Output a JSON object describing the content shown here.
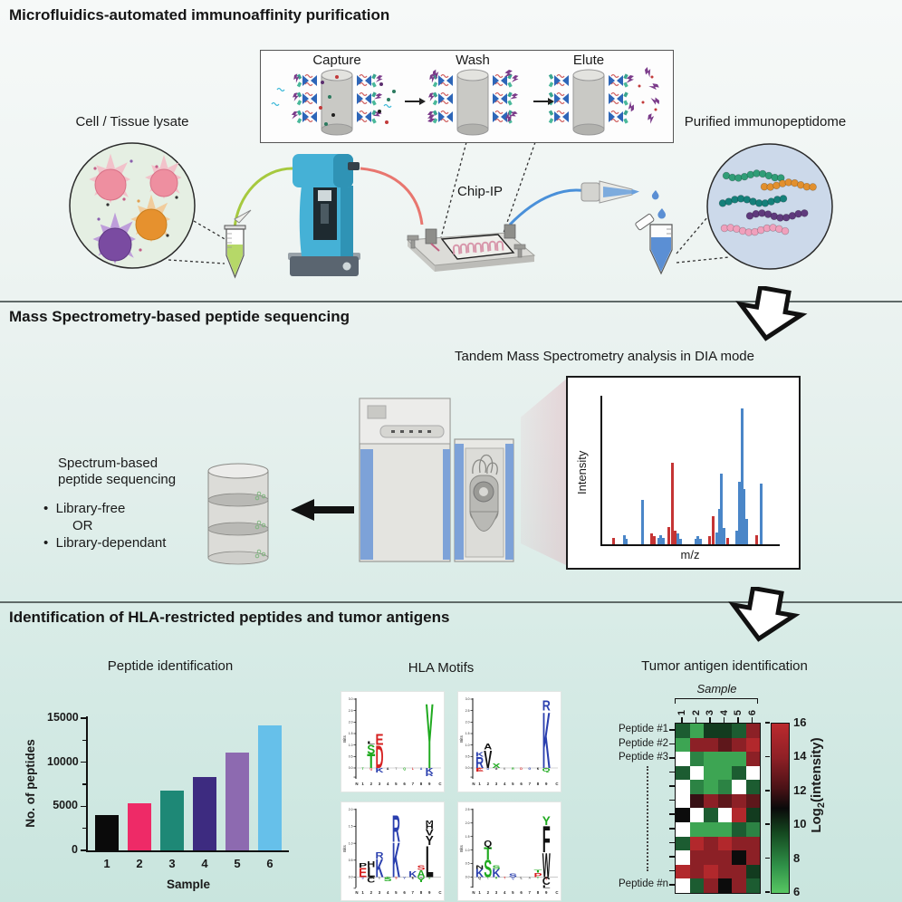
{
  "figure": {
    "s1": {
      "title": "Microfluidics-automated immunoaffinity purification",
      "steps": [
        "Capture",
        "Wash",
        "Elute"
      ],
      "lysate_label": "Cell / Tissue lysate",
      "chip_label": "Chip-IP",
      "purified_label": "Purified immunopeptidome"
    },
    "s2": {
      "title": "Mass Spectrometry-based peptide sequencing",
      "dia_title": "Tandem Mass Spectrometry analysis in DIA mode",
      "seq_line1": "Spectrum-based",
      "seq_line2": "peptide sequencing",
      "bullet_char": "•",
      "bullet1": "Library-free",
      "or_label": "OR",
      "bullet2": "Library-dependant"
    },
    "s3": {
      "title": "Identification of HLA-restricted peptides and tumor antigens",
      "bar_title": "Peptide identification",
      "hla_title": "HLA Motifs",
      "tumor_title": "Tumor antigen identification"
    }
  },
  "illustration": {
    "peptide_chain_colors": [
      "#2f9d77",
      "#e2902e",
      "#15807a",
      "#5f3a7d",
      "#f0a0bc"
    ],
    "cell_colors": {
      "pink": "#ee8fa0",
      "orange": "#e6912e",
      "purple": "#7a4ba1"
    }
  },
  "chart_data": [
    {
      "id": "ms_spectrum",
      "type": "bar",
      "title": "Tandem Mass Spectrometry analysis in DIA mode",
      "xlabel": "m/z",
      "ylabel": "Intensity",
      "colors": {
        "red": "#c53434",
        "blue": "#4a86c8"
      },
      "bars": [
        [
          0.05,
          0.05,
          "red"
        ],
        [
          0.11,
          0.07,
          "blue"
        ],
        [
          0.125,
          0.04,
          "blue"
        ],
        [
          0.22,
          0.33,
          "blue"
        ],
        [
          0.275,
          0.08,
          "red"
        ],
        [
          0.29,
          0.06,
          "red"
        ],
        [
          0.315,
          0.05,
          "blue"
        ],
        [
          0.33,
          0.07,
          "blue"
        ],
        [
          0.345,
          0.05,
          "blue"
        ],
        [
          0.375,
          0.13,
          "red"
        ],
        [
          0.395,
          0.6,
          "red"
        ],
        [
          0.415,
          0.1,
          "red"
        ],
        [
          0.43,
          0.08,
          "blue"
        ],
        [
          0.445,
          0.04,
          "blue"
        ],
        [
          0.535,
          0.04,
          "blue"
        ],
        [
          0.55,
          0.06,
          "blue"
        ],
        [
          0.565,
          0.04,
          "blue"
        ],
        [
          0.62,
          0.06,
          "red"
        ],
        [
          0.64,
          0.21,
          "red"
        ],
        [
          0.66,
          0.09,
          "blue"
        ],
        [
          0.675,
          0.26,
          "blue"
        ],
        [
          0.69,
          0.52,
          "blue"
        ],
        [
          0.705,
          0.12,
          "blue"
        ],
        [
          0.725,
          0.05,
          "red"
        ],
        [
          0.78,
          0.1,
          "blue"
        ],
        [
          0.795,
          0.46,
          "blue"
        ],
        [
          0.81,
          1.0,
          "blue"
        ],
        [
          0.825,
          0.41,
          "blue"
        ],
        [
          0.84,
          0.19,
          "blue"
        ],
        [
          0.895,
          0.07,
          "red"
        ],
        [
          0.925,
          0.45,
          "blue"
        ]
      ]
    },
    {
      "id": "peptide_identification",
      "type": "bar",
      "title": "Peptide identification",
      "xlabel": "Sample",
      "ylabel": "No. of peptides",
      "categories": [
        "1",
        "2",
        "3",
        "4",
        "5",
        "6"
      ],
      "values": [
        4000,
        5300,
        6800,
        8300,
        11100,
        14200
      ],
      "bar_colors": [
        "#0a0a0a",
        "#ee2a67",
        "#1e8876",
        "#3d2b80",
        "#8d6ab0",
        "#66c0ea"
      ],
      "ylim": [
        0,
        15000
      ],
      "yticks": [
        0,
        5000,
        10000,
        15000
      ],
      "yticks_minor": [
        2500,
        7500,
        12500
      ]
    },
    {
      "id": "hla_motifs",
      "type": "logo-grid",
      "title": "HLA Motifs",
      "ylabel": "Bits",
      "xticks": [
        "N",
        "1",
        "2",
        "3",
        "4",
        "5",
        "6",
        "7",
        "8",
        "9",
        "C"
      ],
      "letter_colors": {
        "green": "#1faa1f",
        "red": "#d62020",
        "blue": "#2a3fae",
        "black": "#111111"
      },
      "logos": [
        {
          "ylim": 3.0,
          "stacks": {
            "2": [
              [
                "T",
                "green",
                0.62
              ],
              [
                "S",
                "green",
                0.42
              ],
              [
                "L",
                "black",
                0.13
              ]
            ],
            "3": [
              [
                "D",
                "red",
                1.0
              ],
              [
                "E",
                "red",
                0.5
              ]
            ],
            "9": [
              [
                "Y",
                "green",
                2.9
              ]
            ]
          },
          "below": {
            "3": [
              [
                "K",
                "blue",
                0.25
              ]
            ],
            "9": [
              [
                "K",
                "blue",
                0.3
              ],
              [
                "R",
                "blue",
                0.15
              ]
            ]
          }
        },
        {
          "ylim": 3.0,
          "stacks": {
            "1": [
              [
                "R",
                "blue",
                0.5
              ],
              [
                "K",
                "blue",
                0.2
              ]
            ],
            "2": [
              [
                "V",
                "black",
                0.8
              ],
              [
                "A",
                "black",
                0.25
              ]
            ],
            "3": [
              [
                "X",
                "green",
                0.2
              ]
            ],
            "9": [
              [
                "K",
                "blue",
                2.5
              ],
              [
                "R",
                "blue",
                0.45
              ]
            ]
          },
          "below": {
            "1": [
              [
                "E",
                "red",
                0.2
              ]
            ],
            "9": [
              [
                "Q",
                "green",
                0.2
              ]
            ]
          }
        },
        {
          "ylim": 2.0,
          "stacks": {
            "1": [
              [
                "E",
                "red",
                0.28
              ],
              [
                "P",
                "black",
                0.14
              ]
            ],
            "2": [
              [
                "L",
                "black",
                0.3
              ],
              [
                "H",
                "black",
                0.18
              ]
            ],
            "3": [
              [
                "K",
                "blue",
                0.55
              ],
              [
                "R",
                "blue",
                0.2
              ]
            ],
            "5": [
              [
                "K",
                "blue",
                1.05
              ],
              [
                "R",
                "blue",
                0.8
              ]
            ],
            "7": [
              [
                "K",
                "blue",
                0.18
              ]
            ],
            "8": [
              [
                "A",
                "green",
                0.22
              ],
              [
                "S",
                "red",
                0.14
              ]
            ],
            "9": [
              [
                "L",
                "black",
                0.95
              ],
              [
                "Y",
                "black",
                0.28
              ],
              [
                "V",
                "black",
                0.2
              ],
              [
                "H",
                "black",
                0.14
              ],
              [
                "M",
                "black",
                0.1
              ]
            ]
          },
          "below": {
            "2": [
              [
                "C",
                "black",
                0.2
              ]
            ],
            "4": [
              [
                "S",
                "green",
                0.15
              ]
            ],
            "8": [
              [
                "Y",
                "green",
                0.18
              ]
            ]
          }
        },
        {
          "ylim": 2.5,
          "stacks": {
            "1": [
              [
                "K",
                "blue",
                0.3
              ],
              [
                "N",
                "black",
                0.14
              ]
            ],
            "2": [
              [
                "S",
                "green",
                0.66
              ],
              [
                "T",
                "green",
                0.46
              ],
              [
                "Q",
                "black",
                0.24
              ]
            ],
            "3": [
              [
                "K",
                "blue",
                0.3
              ],
              [
                "S",
                "green",
                0.14
              ]
            ],
            "5": [
              [
                "S",
                "blue",
                0.14
              ]
            ],
            "8": [
              [
                "P",
                "red",
                0.16
              ],
              [
                "T",
                "green",
                0.12
              ]
            ],
            "9": [
              [
                "W",
                "black",
                0.92
              ],
              [
                "F",
                "black",
                1.0
              ],
              [
                "Y",
                "green",
                0.34
              ]
            ]
          },
          "below": {
            "9": [
              [
                "C",
                "black",
                0.35
              ],
              [
                "L",
                "black",
                0.15
              ]
            ]
          }
        }
      ]
    },
    {
      "id": "tumor_antigen_heatmap",
      "type": "heatmap",
      "title": "Tumor antigen identification",
      "col_group_label": "Sample",
      "col_labels": [
        "1",
        "2",
        "3",
        "4",
        "5",
        "6"
      ],
      "row_labels_top": [
        "Peptide #1",
        "Peptide #2",
        "Peptide #3"
      ],
      "row_label_bottom": "Peptide #n",
      "n_rows": 12,
      "palette": {
        "W": "#ffffff",
        "K": "#0c0c0c",
        "G1": "#3da553",
        "G2": "#2c8344",
        "G3": "#1c5c31",
        "G4": "#123b1f",
        "R1": "#b2282c",
        "R2": "#8c2026",
        "R3": "#5e171b",
        "R4": "#371014"
      },
      "cells": [
        [
          "G3",
          "G1",
          "G4",
          "G4",
          "G3",
          "R2"
        ],
        [
          "G1",
          "R2",
          "R2",
          "R3",
          "R2",
          "R1"
        ],
        [
          "W",
          "G2",
          "G1",
          "G1",
          "G1",
          "R2"
        ],
        [
          "G3",
          "W",
          "G1",
          "G1",
          "G3",
          "W"
        ],
        [
          "W",
          "G2",
          "G1",
          "G2",
          "W",
          "G3"
        ],
        [
          "W",
          "R4",
          "R2",
          "R3",
          "R2",
          "R3"
        ],
        [
          "K",
          "W",
          "G3",
          "W",
          "R1",
          "G4"
        ],
        [
          "W",
          "G1",
          "G1",
          "G1",
          "G3",
          "G2"
        ],
        [
          "G3",
          "R1",
          "R2",
          "R1",
          "R2",
          "R2"
        ],
        [
          "W",
          "R2",
          "R2",
          "R2",
          "K",
          "R2"
        ],
        [
          "R1",
          "R2",
          "R1",
          "R2",
          "R2",
          "G4"
        ],
        [
          "W",
          "G3",
          "R2",
          "K",
          "R2",
          "G3"
        ]
      ],
      "colorbar": {
        "ticks": [
          16,
          14,
          12,
          10,
          8,
          6
        ],
        "label_pre": "Log",
        "label_sub": "2",
        "label_post": "(intensity)",
        "gradient": [
          "#58c763",
          "#2f9148",
          "#14461f",
          "#0a0a0a",
          "#4a1216",
          "#8f2026",
          "#bb2a2e"
        ]
      }
    }
  ]
}
